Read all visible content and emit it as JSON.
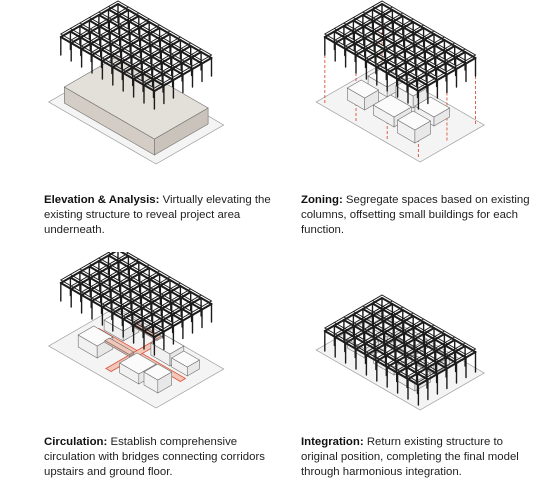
{
  "panels": [
    {
      "title": "Elevation & Analysis:",
      "text": "Virtually elevating the existing structure to reveal project area underneath."
    },
    {
      "title": "Zoning:",
      "text": "Segregate spaces based on existing columns, offsetting small buildings for each function."
    },
    {
      "title": "Circulation:",
      "text": "Establish comprehensive circulation with bridges connecting corridors upstairs and ground floor."
    },
    {
      "title": "Integration:",
      "text": "Return existing structure to original position, completing the final model through harmonious integration."
    }
  ],
  "colors": {
    "structure": "#1c1c1c",
    "mass": "#d6d1ca",
    "accent": "#d9533a",
    "bridge": "#f2c7b9",
    "site": "#f4f4f4"
  }
}
